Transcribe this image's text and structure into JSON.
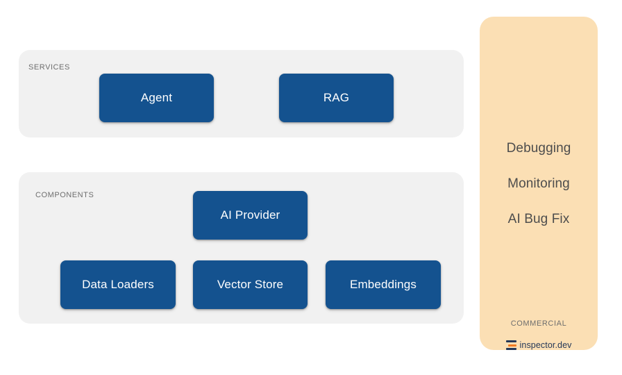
{
  "diagram": {
    "groups": [
      {
        "id": "services",
        "label": "SERVICES",
        "nodes": [
          {
            "label": "Agent"
          },
          {
            "label": "RAG"
          }
        ]
      },
      {
        "id": "components",
        "label": "COMPONENTS",
        "nodes": [
          {
            "label": "AI Provider"
          },
          {
            "label": "Data Loaders"
          },
          {
            "label": "Vector Store"
          },
          {
            "label": "Embeddings"
          }
        ]
      }
    ]
  },
  "sidebar": {
    "features": [
      {
        "label": "Debugging"
      },
      {
        "label": "Monitoring"
      },
      {
        "label": "AI Bug Fix"
      }
    ],
    "section_label": "COMMERCIAL",
    "brand": {
      "name": "inspector.dev",
      "logo_icon": "inspector-logo-icon"
    }
  },
  "colors": {
    "node_blue": "#14528f",
    "panel_gray": "#f1f1f1",
    "sidebar_peach": "#fbdfb4",
    "brand_navy": "#253858",
    "brand_orange": "#f07a22",
    "label_gray": "#6e6e6e",
    "feature_text": "#4d4d4d",
    "page_background": "#ffffff"
  }
}
